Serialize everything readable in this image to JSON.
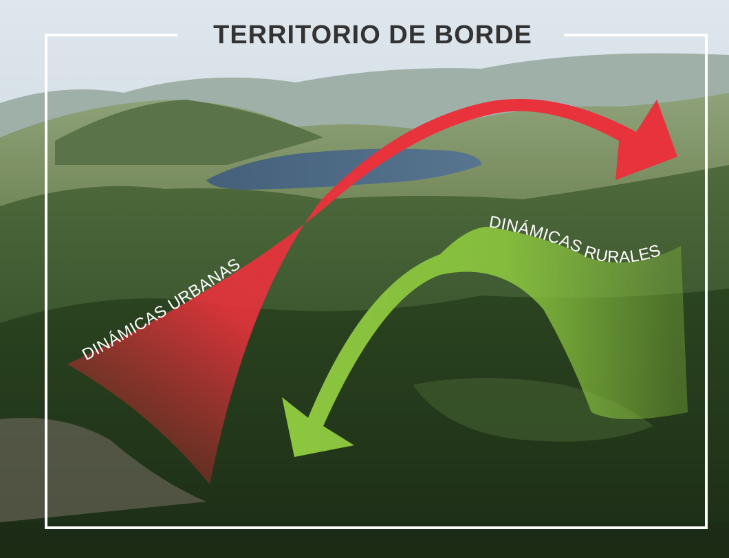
{
  "title": "TERRITORIO DE BORDE",
  "labels": {
    "urban": "DINÁMICAS URBANAS",
    "rural": "DINÁMICAS RURALES"
  },
  "colors": {
    "urban_arrow": "#e8323c",
    "rural_arrow": "#8cc63f",
    "frame": "#ffffff",
    "title_text": "#333333"
  }
}
